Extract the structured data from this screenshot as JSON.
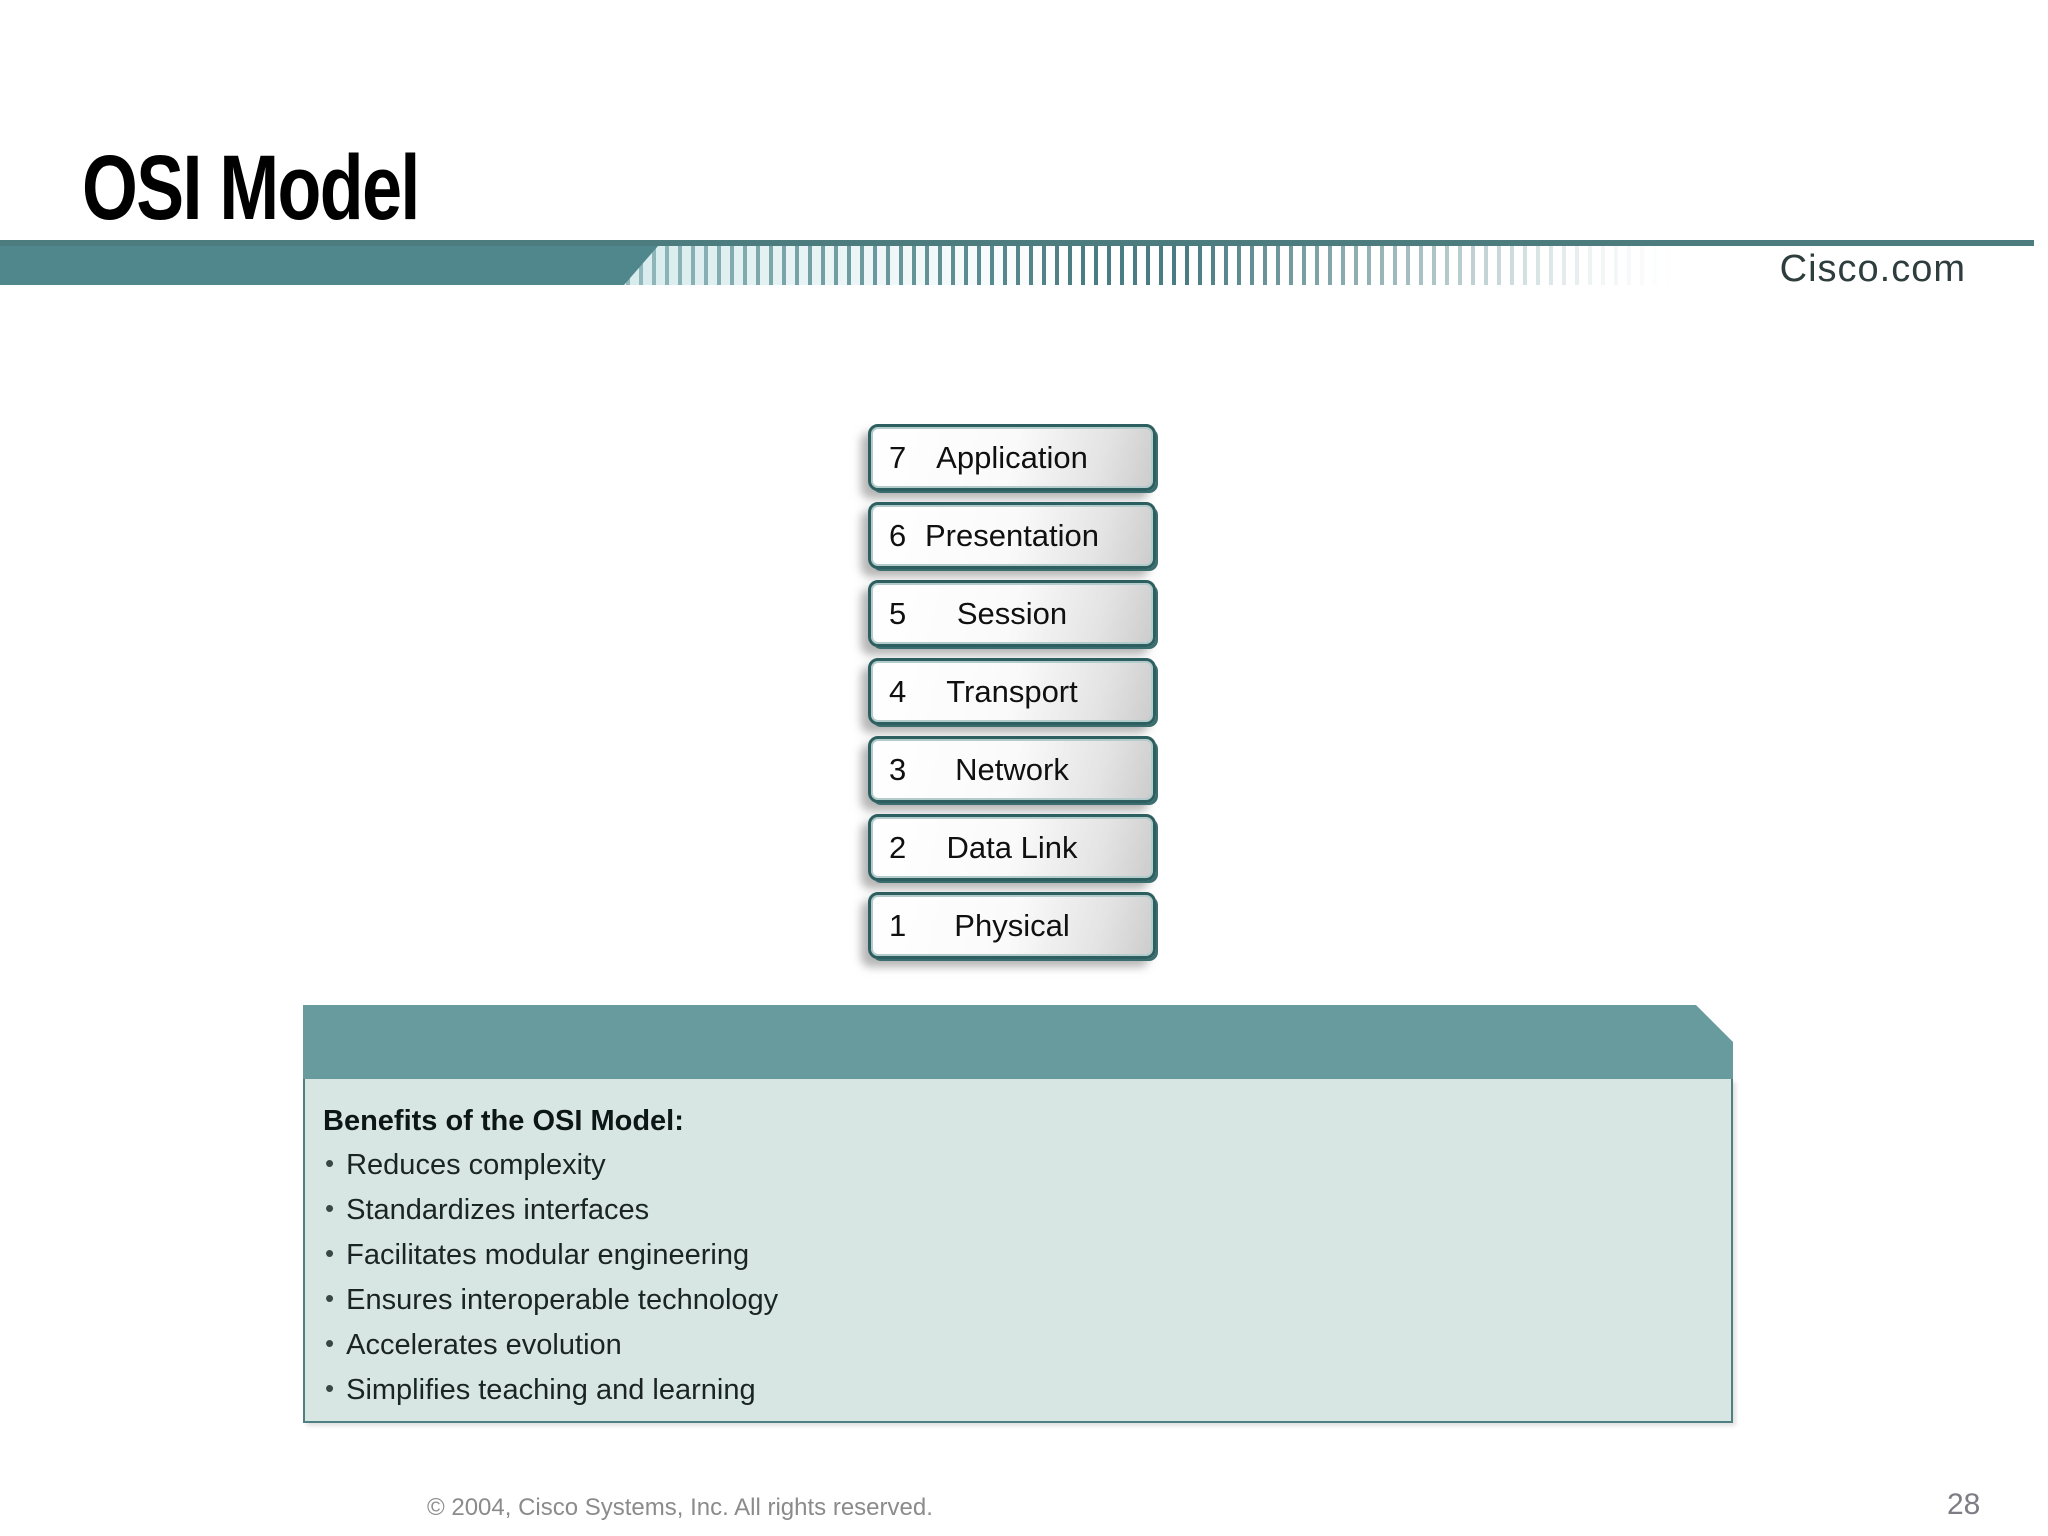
{
  "slide": {
    "title": "OSI Model",
    "brand": "Cisco.com",
    "copyright": "© 2004, Cisco Systems, Inc. All rights reserved.",
    "page_number": "28"
  },
  "osi_layers": [
    {
      "number": "7",
      "name": "Application"
    },
    {
      "number": "6",
      "name": "Presentation"
    },
    {
      "number": "5",
      "name": "Session"
    },
    {
      "number": "4",
      "name": "Transport"
    },
    {
      "number": "3",
      "name": "Network"
    },
    {
      "number": "2",
      "name": "Data Link"
    },
    {
      "number": "1",
      "name": "Physical"
    }
  ],
  "benefits": {
    "heading": "Benefits of the OSI Model:",
    "items": [
      "Reduces complexity",
      "Standardizes interfaces",
      "Facilitates modular engineering",
      "Ensures interoperable technology",
      "Accelerates evolution",
      "Simplifies teaching and learning"
    ]
  },
  "colors": {
    "banner_teal": "#4f878d",
    "rule_teal": "#4d7c7e",
    "panel_header_teal": "#679b9d",
    "panel_body_mint": "#d7e5e3",
    "panel_border": "#4f7f80",
    "layer_border_teal": "#2d5f60",
    "footer_gray": "#8b8b8b"
  }
}
